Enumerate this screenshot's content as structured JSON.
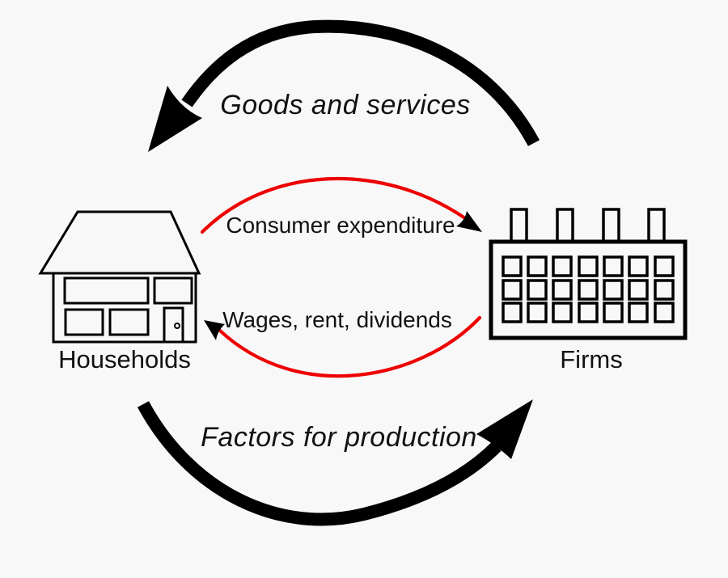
{
  "page": {
    "background": "#f8f8f8"
  },
  "diagram": {
    "kind": "circular-flow-of-income",
    "colors": {
      "arrow_black": "#000000",
      "arrow_red": "#ee0000",
      "text": "#111111",
      "shape_fill": "#f8f8f8"
    },
    "nodes": {
      "households": {
        "label": "Households"
      },
      "firms": {
        "label": "Firms"
      }
    },
    "flows": {
      "goods_services": {
        "label": "Goods and services",
        "from": "Firms",
        "to": "Households",
        "style": "thick-black-arc-top"
      },
      "consumer_expenditure": {
        "label": "Consumer expenditure",
        "from": "Households",
        "to": "Firms",
        "style": "thin-red-arc"
      },
      "wages_rent_dividends": {
        "label": "Wages, rent, dividends",
        "from": "Firms",
        "to": "Households",
        "style": "thin-red-arc"
      },
      "factors_for_production": {
        "label": "Factors for production",
        "from": "Households",
        "to": "Firms",
        "style": "thick-black-arc-bottom"
      }
    }
  }
}
